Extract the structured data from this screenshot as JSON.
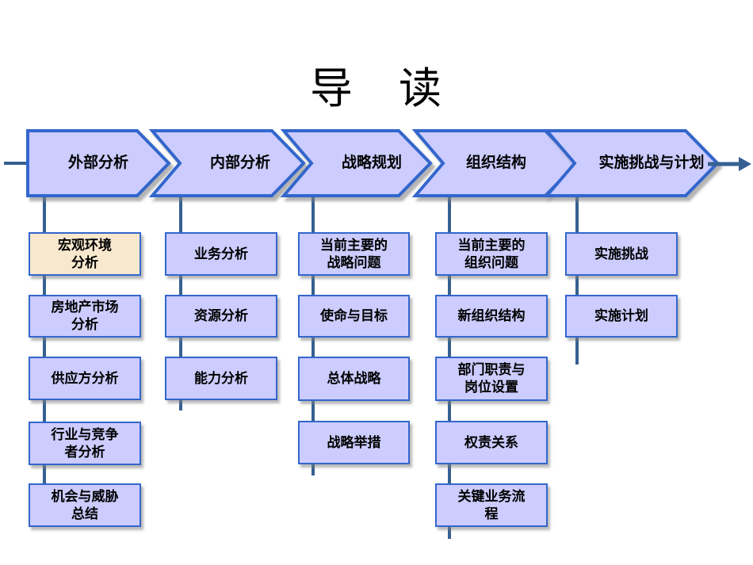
{
  "slide_title": "导　读",
  "colors": {
    "chevron_fill": "#ccccff",
    "chevron_border": "#3366cc",
    "box_fill": "#ccccff",
    "box_highlight_fill": "#f7e8ce",
    "connector_line": "#366091",
    "text": "#000000"
  },
  "flow_end_arrow": "right-arrow",
  "columns": [
    {
      "chevron_label": "外部分析",
      "boxes": [
        {
          "label": "宏观环境\n分析",
          "highlight": true
        },
        {
          "label": "房地产市场\n分析"
        },
        {
          "label": "供应方分析"
        },
        {
          "label": "行业与竞争\n者分析"
        },
        {
          "label": "机会与威胁\n总结"
        }
      ]
    },
    {
      "chevron_label": "内部分析",
      "boxes": [
        {
          "label": "业务分析"
        },
        {
          "label": "资源分析"
        },
        {
          "label": "能力分析"
        }
      ]
    },
    {
      "chevron_label": "战略规划",
      "boxes": [
        {
          "label": "当前主要的\n战略问题"
        },
        {
          "label": "使命与目标"
        },
        {
          "label": "总体战略"
        },
        {
          "label": "战略举措"
        }
      ]
    },
    {
      "chevron_label": "组织结构",
      "boxes": [
        {
          "label": "当前主要的\n组织问题"
        },
        {
          "label": "新组织结构"
        },
        {
          "label": "部门职责与\n岗位设置"
        },
        {
          "label": "权责关系"
        },
        {
          "label": "关键业务流\n程"
        }
      ]
    },
    {
      "chevron_label": "实施挑战与计划",
      "boxes": [
        {
          "label": "实施挑战"
        },
        {
          "label": "实施计划"
        }
      ]
    }
  ]
}
